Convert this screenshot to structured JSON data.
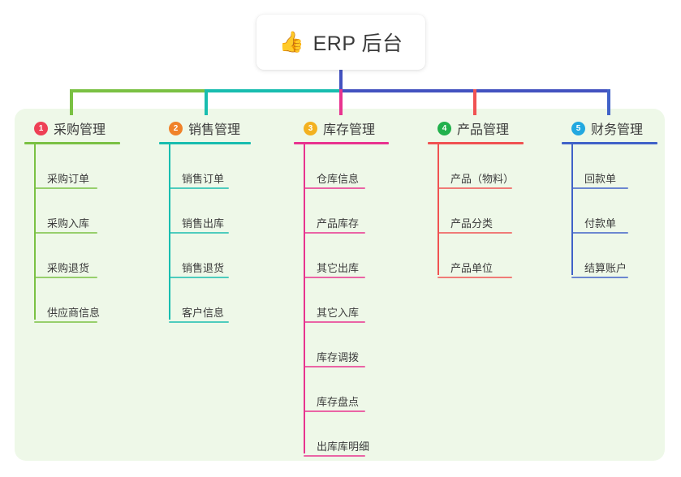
{
  "root": {
    "icon": "thumbs-up-emoji",
    "emoji": "👍",
    "title": "ERP 后台"
  },
  "theme": {
    "page_background": "#ffffff",
    "panel_background": "#eef8e8",
    "root_card_background": "#ffffff",
    "text_color": "#3c3c3c",
    "trunk_color": "#4352c0"
  },
  "columns": [
    {
      "number": "1",
      "badge_color": "#ee4055",
      "line_color": "#7ac143",
      "title": "采购管理",
      "items": [
        "采购订单",
        "采购入库",
        "采购退货",
        "供应商信息"
      ]
    },
    {
      "number": "2",
      "badge_color": "#f08229",
      "line_color": "#18bdaf",
      "title": "销售管理",
      "items": [
        "销售订单",
        "销售出库",
        "销售退货",
        "客户信息"
      ]
    },
    {
      "number": "3",
      "badge_color": "#f3b120",
      "line_color": "#e8338f",
      "title": "库存管理",
      "items": [
        "仓库信息",
        "产品库存",
        "其它出库",
        "其它入库",
        "库存调拨",
        "库存盘点",
        "出库库明细"
      ]
    },
    {
      "number": "4",
      "badge_color": "#22b14c",
      "line_color": "#f05252",
      "title": "产品管理",
      "items": [
        "产品（物料）",
        "产品分类",
        "产品单位"
      ]
    },
    {
      "number": "5",
      "badge_color": "#22a8e0",
      "line_color": "#4062c8",
      "title": "财务管理",
      "items": [
        "回款单",
        "付款单",
        "结算账户"
      ]
    }
  ]
}
